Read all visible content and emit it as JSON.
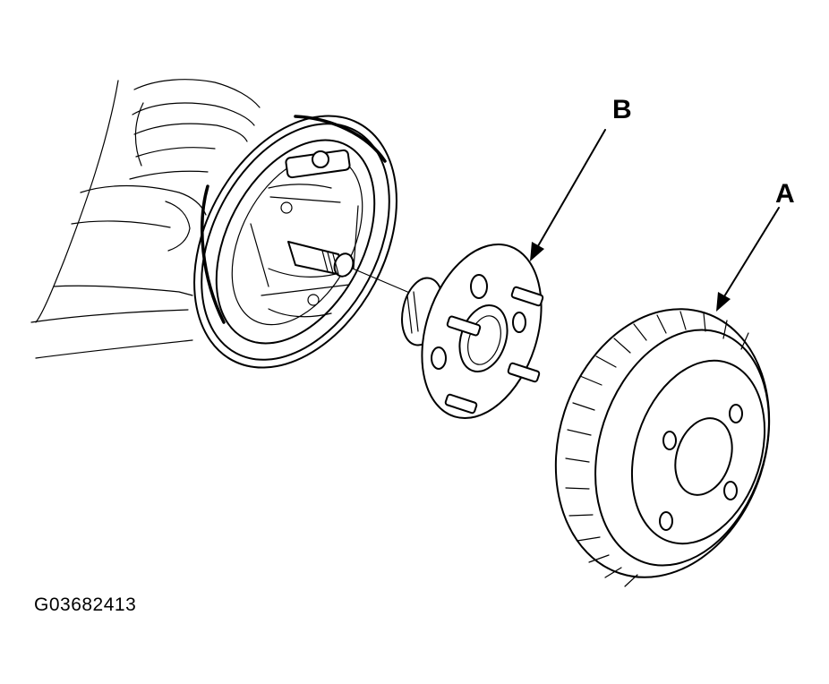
{
  "diagram": {
    "callouts": {
      "a": "A",
      "b": "B"
    },
    "figure_id": "G03682413"
  },
  "colors": {
    "line": "#000000",
    "background": "#ffffff"
  }
}
